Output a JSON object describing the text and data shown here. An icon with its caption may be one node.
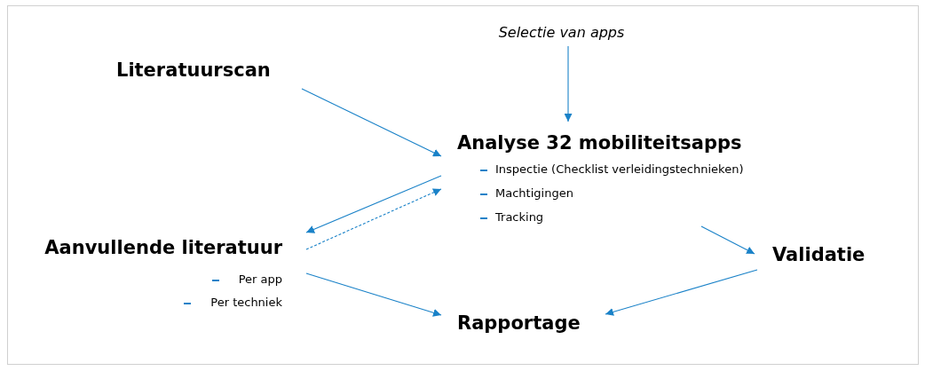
{
  "diagram": {
    "nodes": [
      {
        "text": [
          "Selectie van apps"
        ]
      },
      {
        "text": [
          "Literatuurscan"
        ]
      },
      {
        "text": [
          "Analyse 32 mobiliteitsapps",
          "Inspectie (Checklist verleidingstechnieken)",
          "Machtigingen",
          "Tracking"
        ]
      },
      {
        "text": [
          "Aanvullende literatuur",
          "Per app",
          "Per techniek"
        ]
      },
      {
        "text": [
          "Validatie"
        ]
      },
      {
        "text": [
          "Rapportage"
        ]
      }
    ],
    "edges": [
      {
        "from": 0,
        "to": 2,
        "arrow": "to"
      },
      {
        "from": 1,
        "to": 2,
        "arrow": "to"
      },
      {
        "from": 2,
        "to": 3,
        "arrow": "to"
      },
      {
        "from": 3,
        "to": 2,
        "arrow": "to",
        "style": "dashed"
      },
      {
        "from": 2,
        "to": 4,
        "arrow": "to"
      },
      {
        "from": 4,
        "to": 5,
        "arrow": "to"
      },
      {
        "from": 3,
        "to": 5,
        "arrow": "to"
      }
    ]
  }
}
